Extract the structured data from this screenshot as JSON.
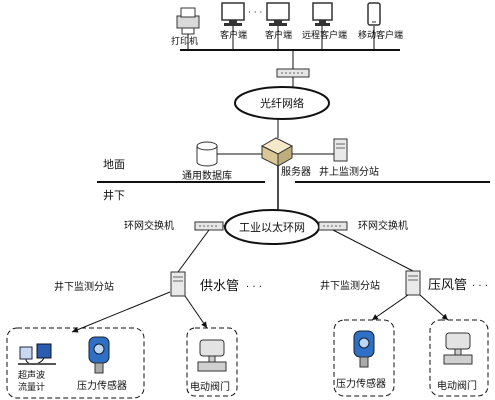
{
  "top_devices": {
    "printer": "打印机",
    "client_1": "客户端",
    "dots": "· · ·",
    "client_2": "客户端",
    "remote_client": "远程客户端",
    "mobile_client": "移动客户端"
  },
  "fiber_network": "光纤网络",
  "surface": {
    "ground_label": "地面",
    "database": "通用数据库",
    "server": "服务器",
    "surface_substation": "井上监测分站"
  },
  "underground": {
    "label": "井下",
    "ring_network": "工业以太环网",
    "ring_switch_left": "环网交换机",
    "ring_switch_right": "环网交换机",
    "substation_left": "井下监测分站",
    "substation_right": "井下监测分站",
    "water_pipe": "供水管",
    "air_pipe": "压风管",
    "dots_left": "· · ·",
    "dots_right": "· · ·"
  },
  "sensors_left": {
    "ultrasonic_flowmeter_line1": "超声波",
    "ultrasonic_flowmeter_line2": "流量计",
    "pressure_sensor": "压力传感器",
    "electric_valve": "电动阀门"
  },
  "sensors_right": {
    "pressure_sensor": "压力传感器",
    "electric_valve": "电动阀门"
  }
}
